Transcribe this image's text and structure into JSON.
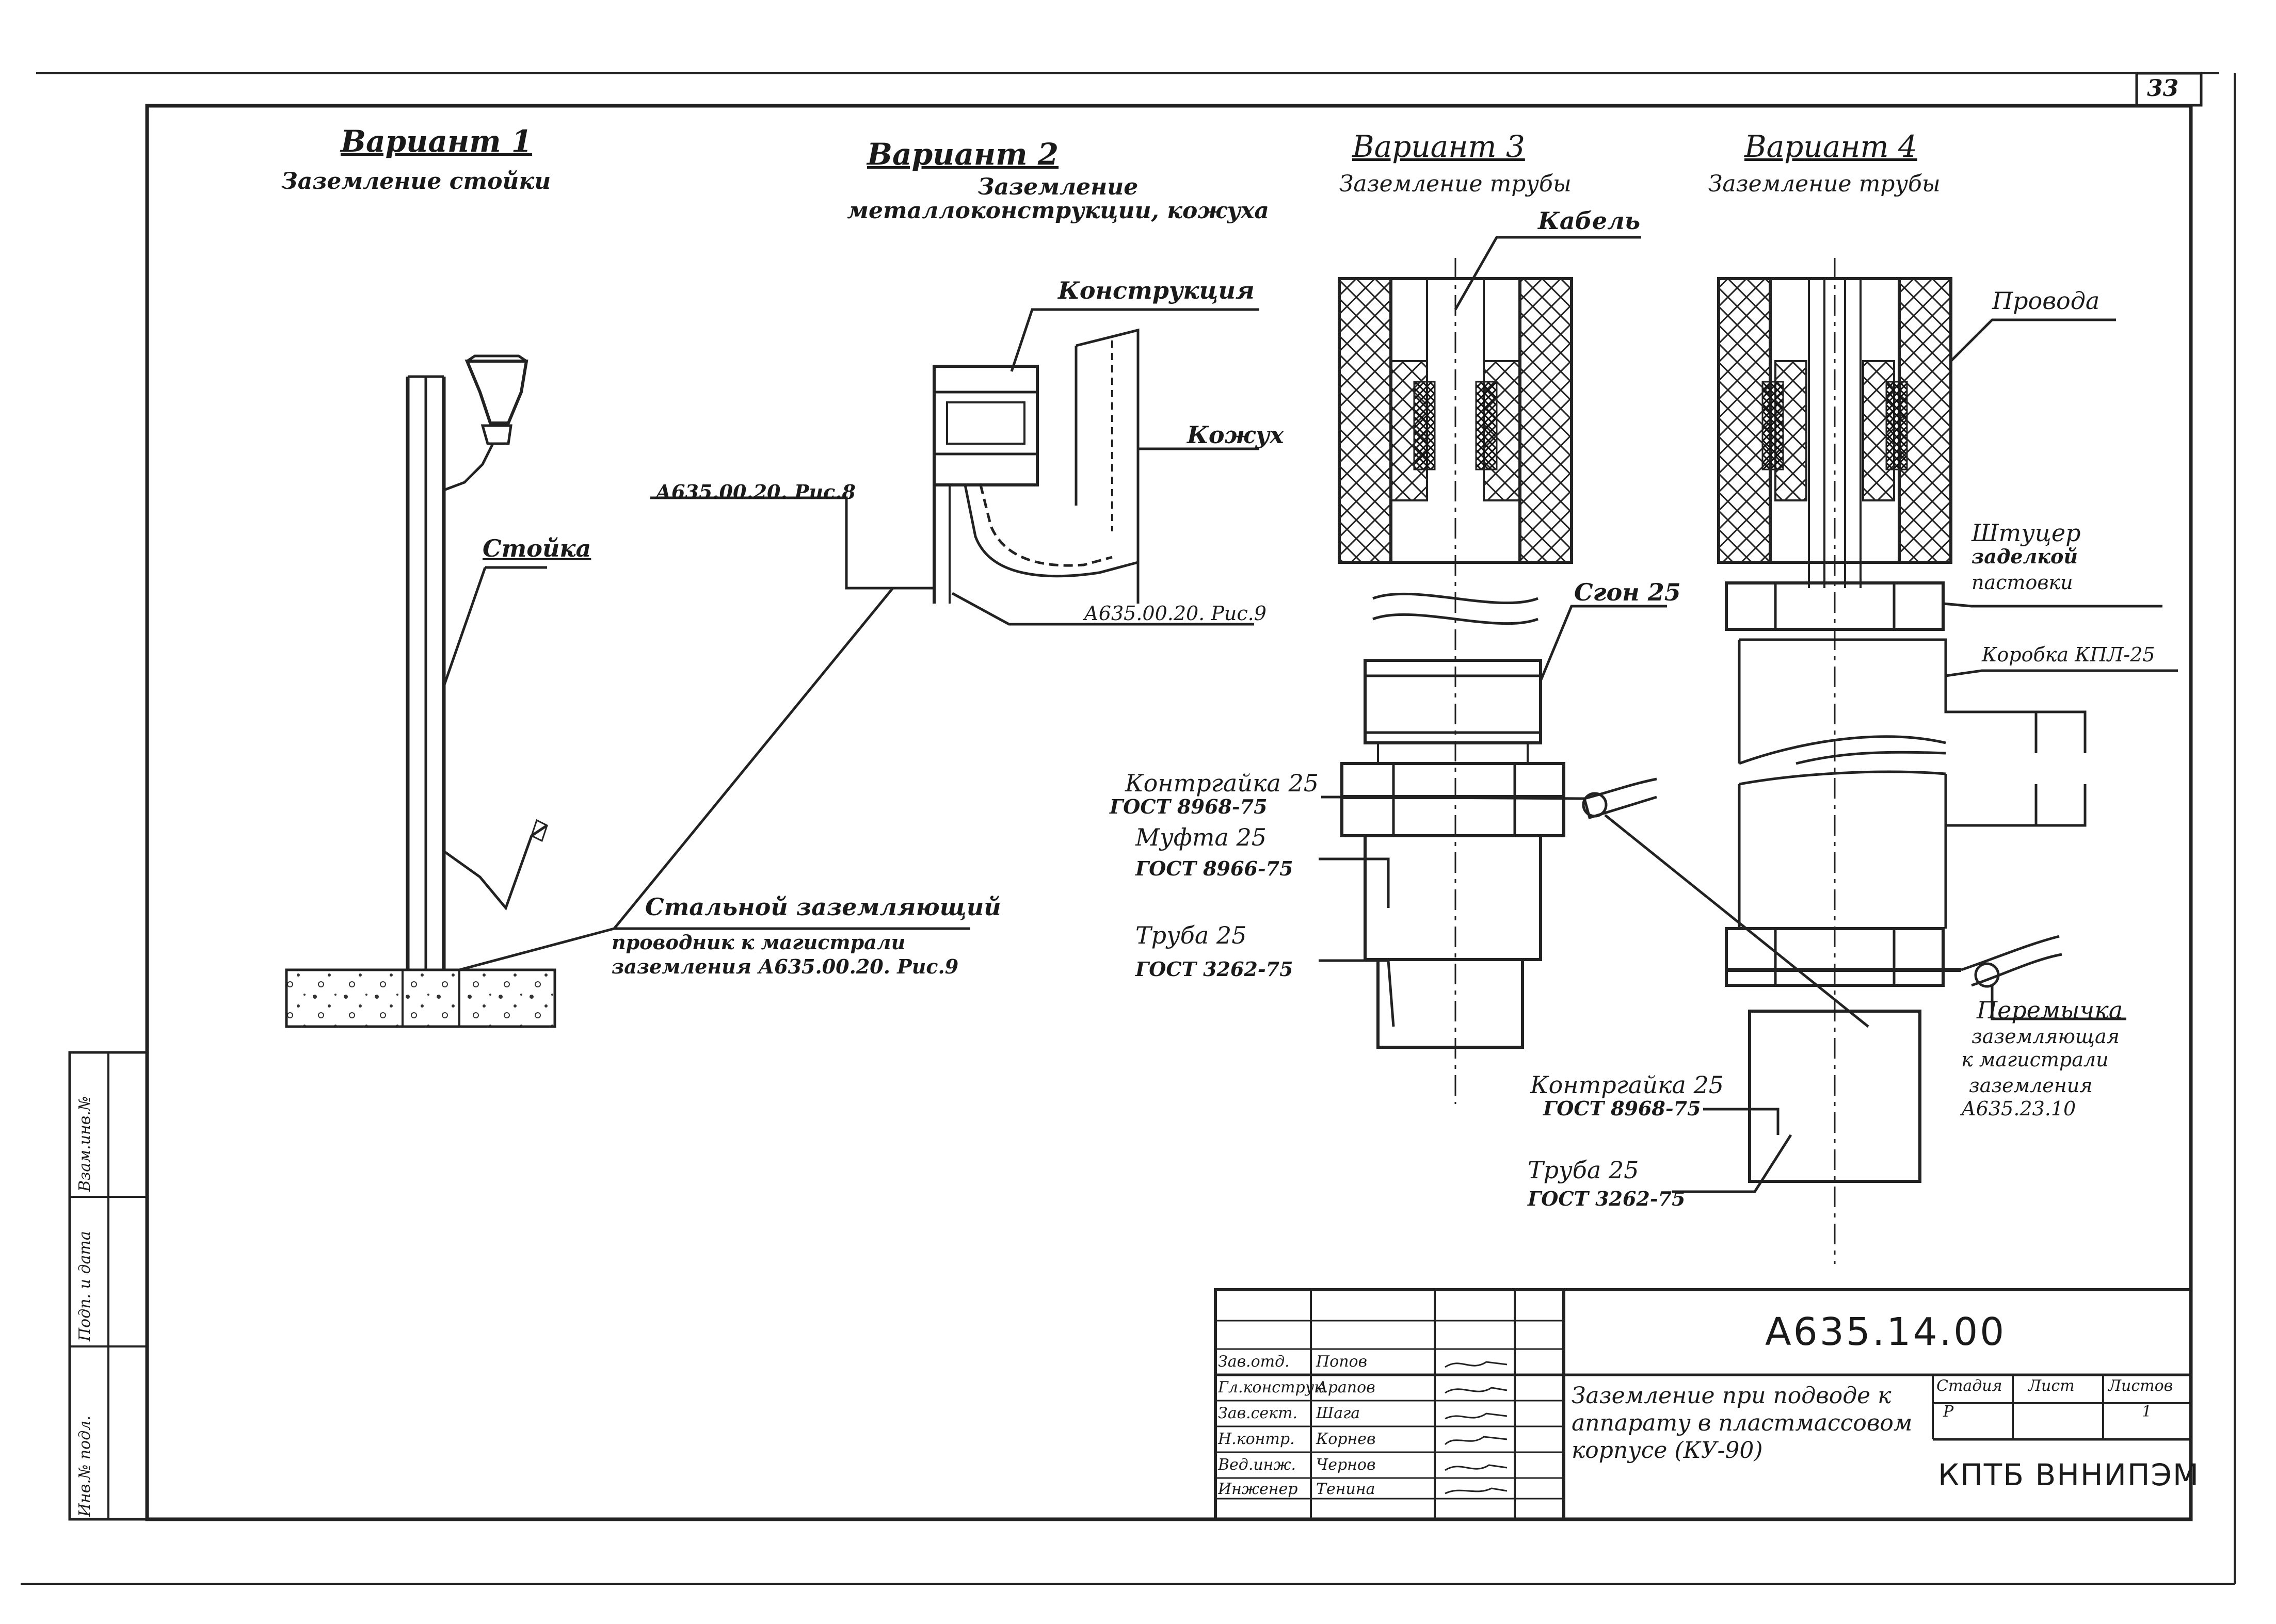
{
  "sheet_number": "33",
  "variants": [
    {
      "title": "Вариант 1",
      "subtitle": "Заземление стойки"
    },
    {
      "title": "Вариант 2",
      "subtitle": "Заземление металлоконструкции, кожуха"
    },
    {
      "title": "Вариант 3",
      "subtitle": "Заземление трубы"
    },
    {
      "title": "Вариант 4",
      "subtitle": "Заземление трубы"
    }
  ],
  "labels": {
    "stoyka": "Стойка",
    "steel_conductor_1": "Стальной заземляющий",
    "steel_conductor_2": "проводник к магистрали",
    "steel_conductor_3": "заземления А635.00.20. Рис.9",
    "ref_ris8": "А635.00.20. Рис.8",
    "ref_ris9": "А635.00.20. Рис.9",
    "konstruktsiya": "Конструкция",
    "kozhukh": "Кожух",
    "kabel": "Кабель",
    "sgon": "Сгон 25",
    "kontrgayka_1": "Контргайка 25",
    "kontrgayka_1_gost": "ГОСТ 8968-75",
    "mufta": "Муфта 25",
    "mufta_gost": "ГОСТ 8966-75",
    "truba_1": "Труба 25",
    "truba_1_gost": "ГОСТ 3262-75",
    "provoda": "Провода",
    "shtutser_1": "Штуцер",
    "shtutser_2": "заделкой",
    "shtutser_3": "пастовки",
    "korobka": "Коробка КПЛ-25",
    "peremychka_1": "Перемычка",
    "peremychka_2": "заземляющая",
    "peremychka_3": "к магистрали",
    "peremychka_4": "заземления",
    "peremychka_5": "А635.23.10",
    "kontrgayka_2": "Контргайка 25",
    "kontrgayka_2_gost": "ГОСТ 8968-75",
    "truba_2": "Труба 25",
    "truba_2_gost": "ГОСТ 3262-75"
  },
  "left_stamp": [
    "Инв.№ подл.",
    "Подп. и дата",
    "Взам.инв.№"
  ],
  "title_block": {
    "code": "А635.14.00",
    "description": "Заземление при подводе к аппарату в пластмассовом корпусе (КУ-90)",
    "headers": [
      "Стадия",
      "Лист",
      "Листов"
    ],
    "values": [
      "Р",
      "",
      "1"
    ],
    "organization": "КПТБ ВННИПЭМ",
    "people": [
      {
        "role": "Зав.отд.",
        "name": "Попов"
      },
      {
        "role": "Гл.конструк.",
        "name": "Арапов"
      },
      {
        "role": "Зав.сект.",
        "name": "Шага"
      },
      {
        "role": "Н.контр.",
        "name": "Корнев"
      },
      {
        "role": "Вед.инж.",
        "name": "Чернов"
      },
      {
        "role": "Инженер",
        "name": "Тенина"
      }
    ]
  }
}
